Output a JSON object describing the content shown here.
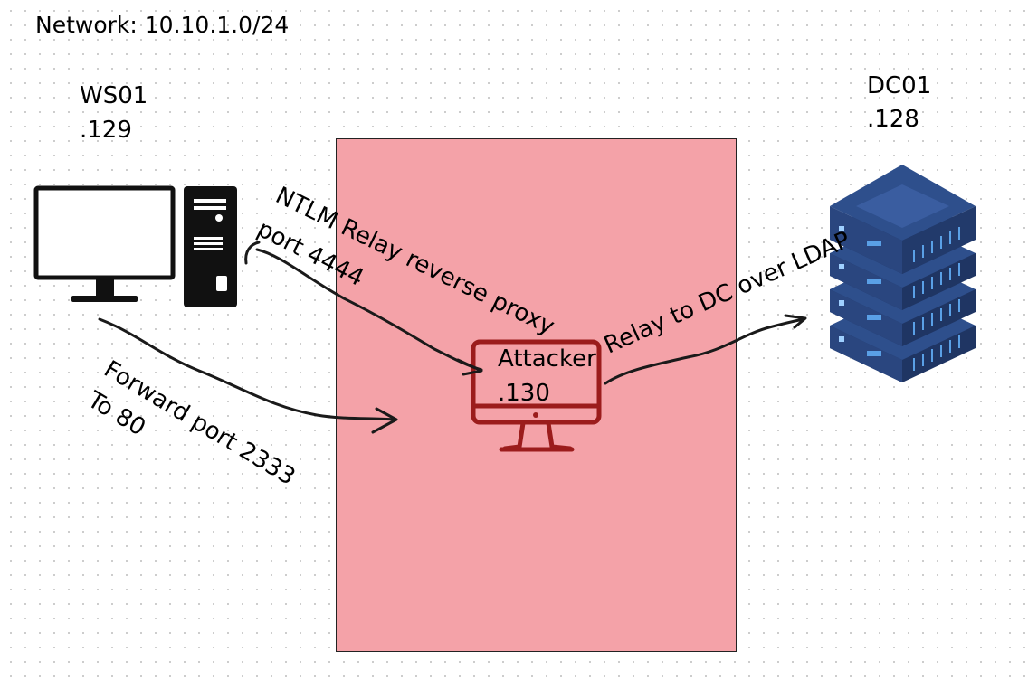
{
  "network_label": "Network: 10.10.1.0/24",
  "hosts": {
    "ws01": {
      "name": "WS01",
      "ip": ".129"
    },
    "dc01": {
      "name": "DC01",
      "ip": ".128"
    },
    "attacker": {
      "name": "Attacker",
      "ip": ".130"
    }
  },
  "annotations": {
    "ntlm_relay": "NTLM Relay reverse proxy",
    "port_4444": "port 4444",
    "relay_ldap": "Relay to DC over LDAP",
    "forward_port": "Forward port 2333",
    "to_80": "To 80"
  },
  "icons": {
    "workstation": "desktop-computer-icon",
    "tower": "pc-tower-icon",
    "attacker": "monitor-icon",
    "server": "server-stack-icon"
  },
  "colors": {
    "zone_fill": "#f4a2a8",
    "attacker_icon": "#9b1c1c",
    "server_dark": "#223a6b",
    "server_mid": "#2e4f8c",
    "server_light": "#5aa0e6"
  }
}
